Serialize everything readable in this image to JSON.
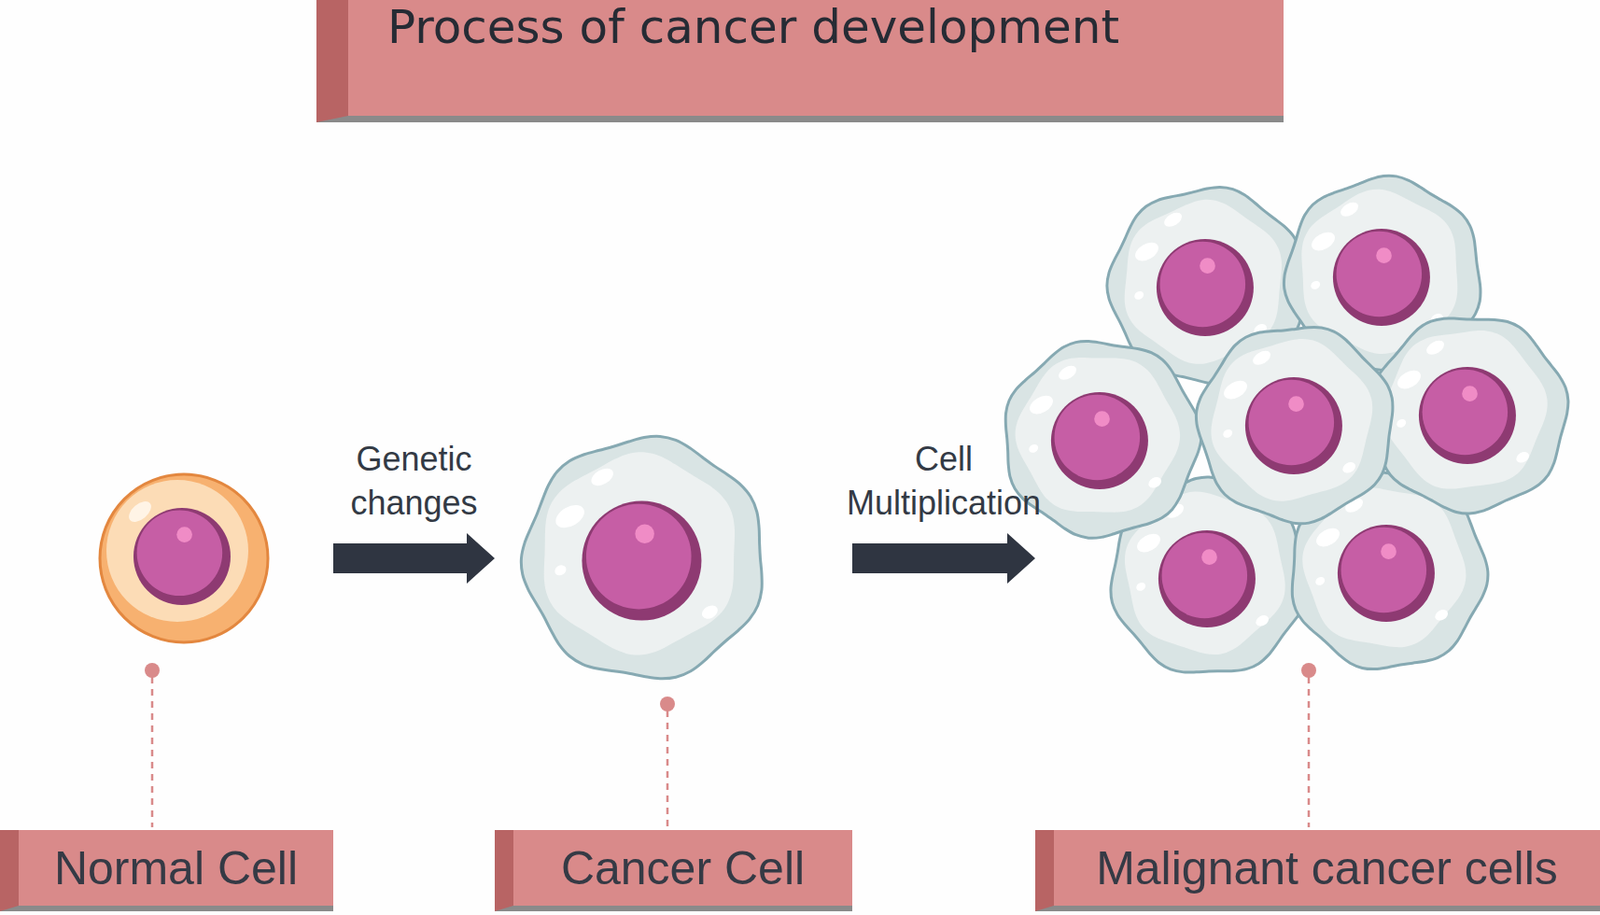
{
  "diagram": {
    "title": "Process of cancer development",
    "nodes": [
      {
        "text": [
          "Normal Cell"
        ]
      },
      {
        "text": [
          "Cancer Cell"
        ]
      },
      {
        "text": [
          "Malignant cancer cells"
        ]
      }
    ],
    "edges": [
      {
        "from": 0,
        "to": 1,
        "arrow": "to",
        "label": "Genetic changes"
      },
      {
        "from": 1,
        "to": 2,
        "arrow": "to",
        "label": "Cell Multiplication"
      }
    ]
  }
}
